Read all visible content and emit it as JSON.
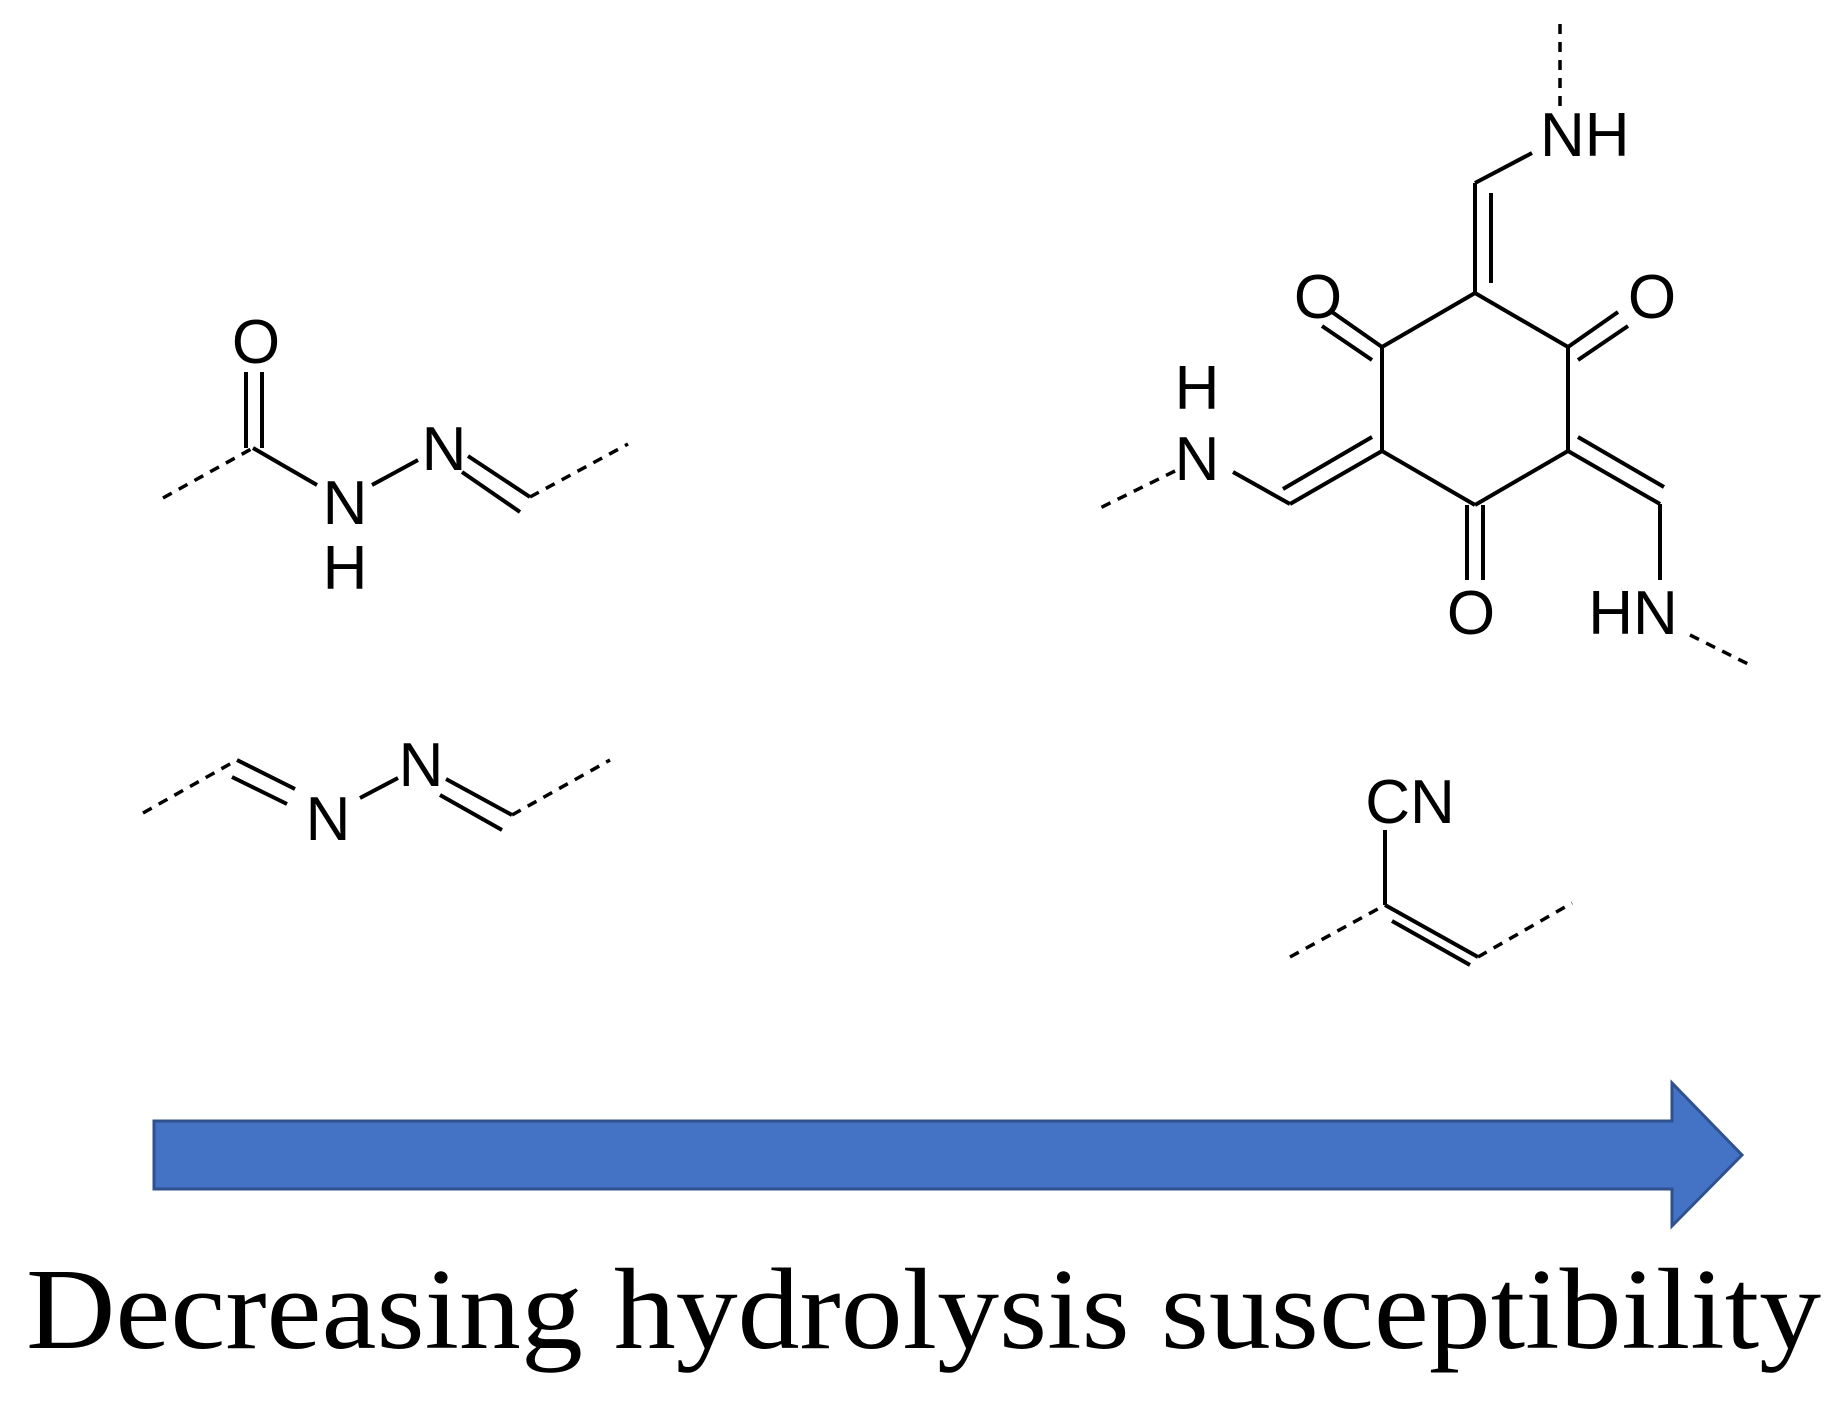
{
  "caption": "Decreasing hydrolysis susceptibility",
  "colors": {
    "arrow": "#4472c4",
    "bonds": "#000000",
    "background": "#ffffff"
  },
  "structures": {
    "acylhydrazone": {
      "o": "O",
      "n_imine": "N",
      "n_amide": "N",
      "h_amide": "H"
    },
    "azine": {
      "n1": "N",
      "n2": "N"
    },
    "beta_ketoenamine": {
      "o_left": "O",
      "o_right": "O",
      "o_bottom": "O",
      "nh_top": "NH",
      "h_left": "H",
      "n_left": "N",
      "hn_right": "HN"
    },
    "cyanovinylene": {
      "cn": "CN"
    }
  }
}
